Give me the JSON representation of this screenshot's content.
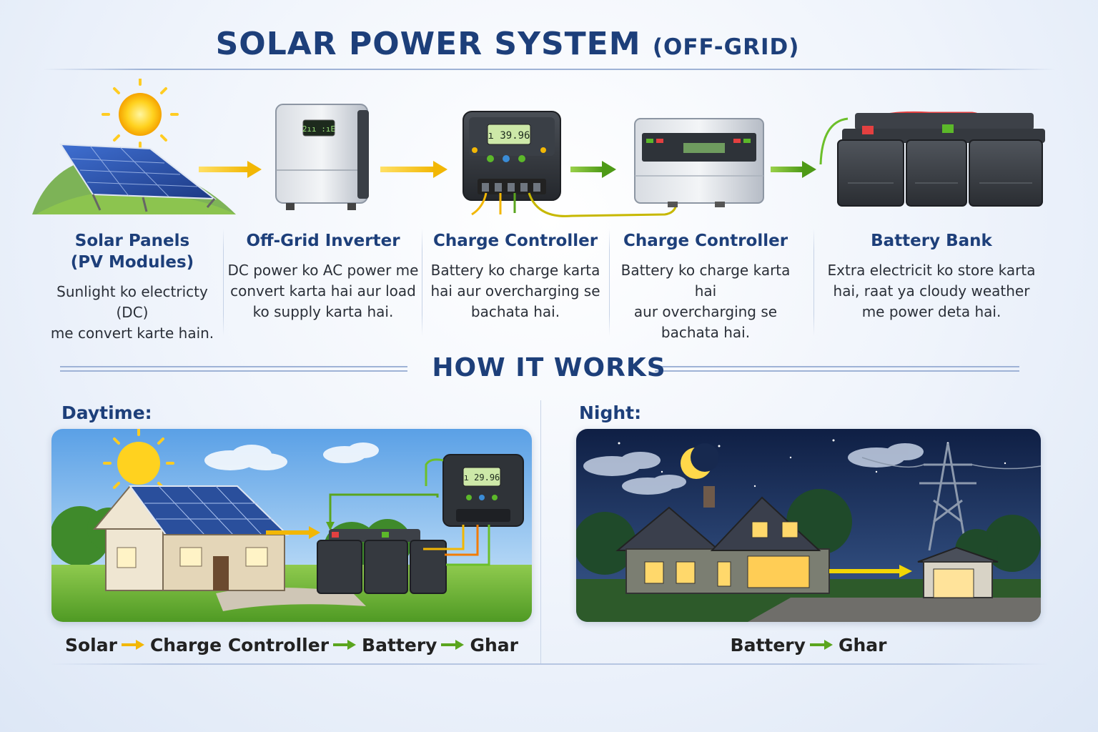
{
  "header": {
    "title": "SOLAR POWER SYSTEM",
    "title_suffix": "(OFF-GRID)"
  },
  "components": [
    {
      "title_line1": "Solar Panels",
      "title_line2": "(PV Modules)",
      "desc": [
        "Sunlight ko electricty (DC)",
        "me convert karte hain."
      ]
    },
    {
      "title_line1": "Off-Grid Inverter",
      "desc": [
        "DC power ko AC power me",
        "convert karta hai aur load",
        "ko supply karta hai."
      ],
      "display": "2ıı :ıE"
    },
    {
      "title_line1": "Charge Controller",
      "desc": [
        "Battery ko charge karta",
        "hai aur overcharging se",
        "bachata hai."
      ],
      "display": "ı 39.96"
    },
    {
      "title_line1": "Charge Controller",
      "desc": [
        "Battery ko charge karta hai",
        "aur overcharging se",
        "bachata hai."
      ]
    },
    {
      "title_line1": "Battery Bank",
      "desc": [
        "Extra electricit ko store karta",
        "hai, raat ya cloudy weather",
        "me power deta hai."
      ]
    }
  ],
  "how_it_works": {
    "title": "HOW IT WORKS",
    "day": {
      "label": "Daytime:",
      "controller_display": "ı 29.96",
      "flow": [
        "Solar",
        "Charge Controller",
        "Battery",
        "Ghar"
      ]
    },
    "night": {
      "label": "Night:",
      "flow": [
        "Battery",
        "Ghar"
      ]
    }
  },
  "colors": {
    "title_blue": "#1d3f7a",
    "arrow_yellow": "#f2b705",
    "arrow_green": "#5aa51e",
    "panel_blue": "#2a4f9c"
  },
  "icons": [
    "sun-icon",
    "moon-icon",
    "arrow-right-icon"
  ]
}
